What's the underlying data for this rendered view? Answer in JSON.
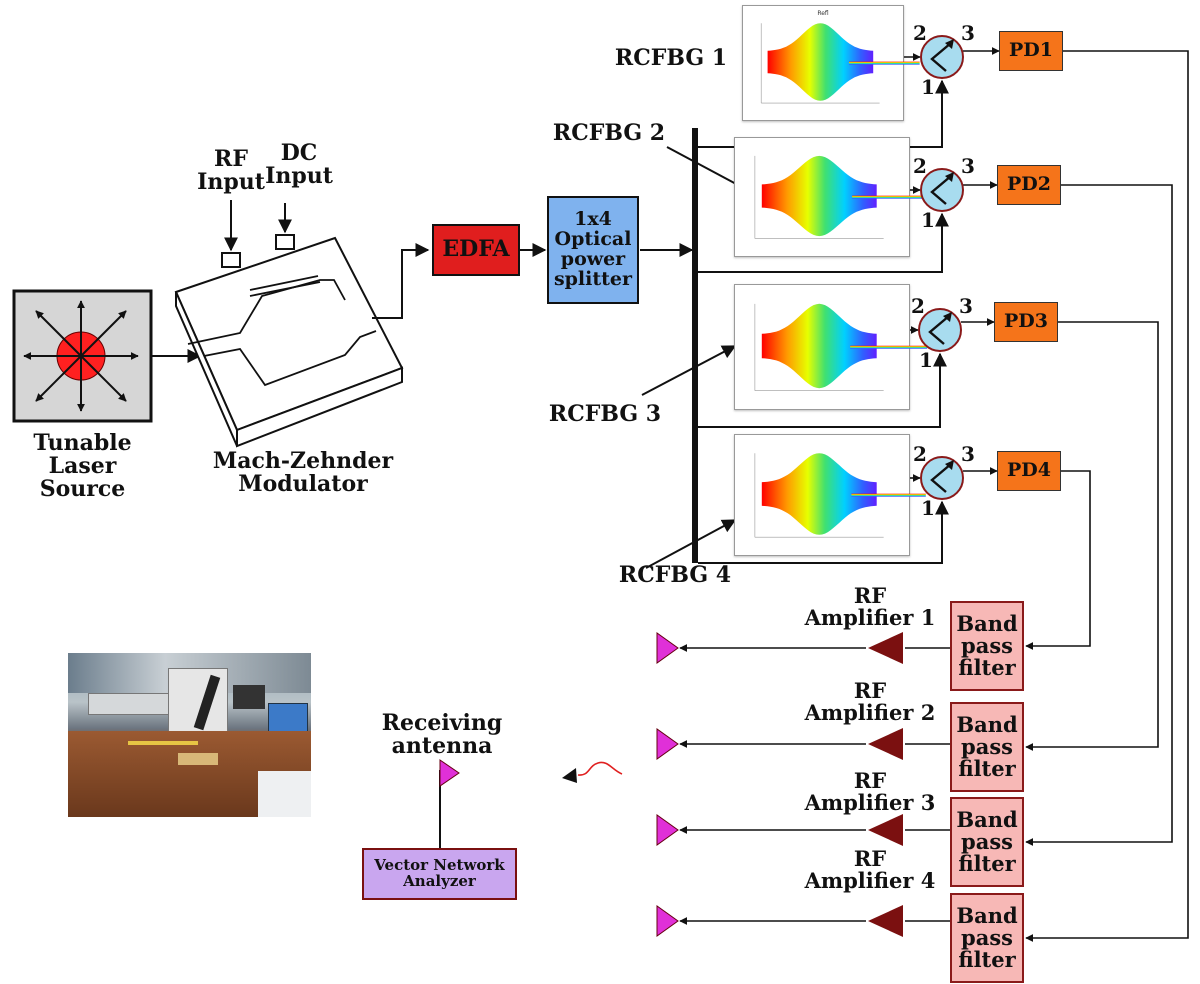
{
  "labels": {
    "laser": "Tunable\nLaser\nSource",
    "mzm": "Mach-Zehnder\nModulator",
    "rf_input": "RF\nInput",
    "dc_input": "DC\nInput",
    "edfa": "EDFA",
    "splitter": "1x4\nOptical\npower\nsplitter",
    "rcfbg": [
      "RCFBG 1",
      "RCFBG 2",
      "RCFBG 3",
      "RCFBG 4"
    ],
    "photodetectors": [
      "PD1",
      "PD2",
      "PD3",
      "PD4"
    ],
    "circulator_ports": [
      "1",
      "2",
      "3"
    ],
    "band_pass_filter": "Band\npass\nfilter",
    "amplifiers": [
      "RF\nAmplifier 1",
      "RF\nAmplifier 2",
      "RF\nAmplifier 3",
      "RF\nAmplifier 4"
    ],
    "receiving_antenna": "Receiving\nantenna",
    "vna": "Vector Network\nAnalyzer"
  },
  "colors": {
    "edfa": "#e01e1e",
    "splitter": "#7fb2ee",
    "photodetector": "#f5741a",
    "band_pass_filter": "#f7b8b6",
    "amplifier": "#7b1010",
    "antenna": "#e030d8",
    "vna": "#c9a6ef",
    "circulator": "#a8dcef",
    "laser_body": "#d6d6d6",
    "laser_dot": "#ff2020"
  }
}
